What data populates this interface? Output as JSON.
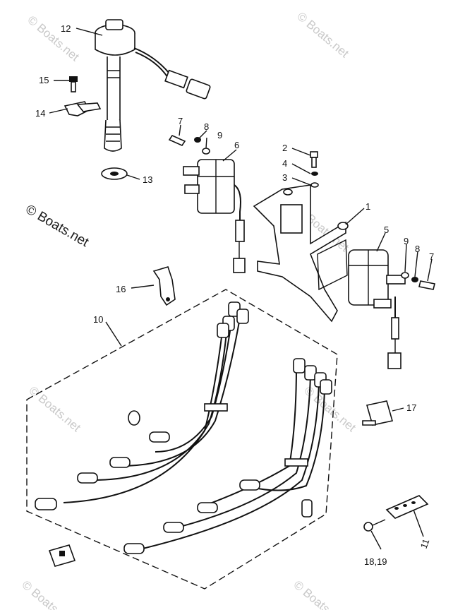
{
  "watermarks": {
    "small": "© Boats.net",
    "center": "© Boats.net"
  },
  "labels": {
    "l1": "1",
    "l2": "2",
    "l3": "3",
    "l4": "4",
    "l5": "5",
    "l6": "6",
    "l7a": "7",
    "l7b": "7",
    "l8a": "8",
    "l8b": "8",
    "l9a": "9",
    "l9b": "9",
    "l10": "10",
    "l11": "11",
    "l12": "12",
    "l13": "13",
    "l14": "14",
    "l15": "15",
    "l16": "16",
    "l17": "17",
    "l18": "18,19"
  },
  "colors": {
    "ink": "#111111",
    "watermark": "#c9c9c9",
    "background": "#ffffff"
  }
}
